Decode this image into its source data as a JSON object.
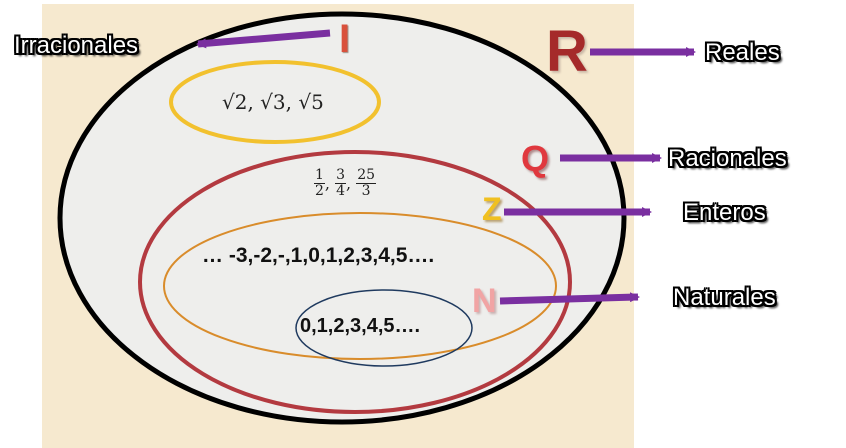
{
  "sets": {
    "R": {
      "letter": "R",
      "name": "Reales"
    },
    "I": {
      "letter": "I",
      "name": "Irracionales",
      "examples": "√2, √3, √5"
    },
    "Q": {
      "letter": "Q",
      "name": "Racionales",
      "examples": [
        "1/2",
        "3/4",
        "25/3"
      ]
    },
    "Z": {
      "letter": "Z",
      "name": "Enteros",
      "examples": "… -3,-2,-,1,0,1,2,3,4,5…."
    },
    "N": {
      "letter": "N",
      "name": "Naturales",
      "examples": "0,1,2,3,4,5…."
    }
  },
  "colors": {
    "reales_border": "#000000",
    "reales_fill": "#eeeeec",
    "irracionales_border": "#f2c12e",
    "racionales_border": "#b33a40",
    "enteros_border": "#d98c2b",
    "naturales_border": "#1f3a5f",
    "arrow": "#7a2fa0"
  }
}
